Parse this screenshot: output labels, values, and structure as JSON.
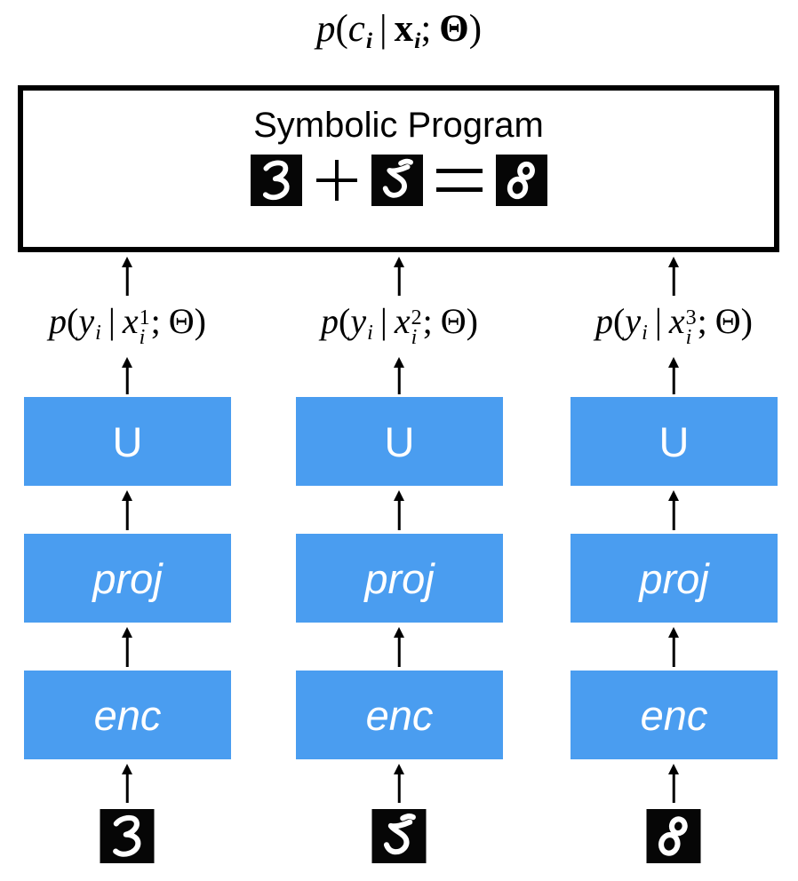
{
  "colors": {
    "box_blue": "#4A9DF0",
    "box_text": "#FFFFFF",
    "line_black": "#000000",
    "digit_background": "#060606",
    "digit_stroke": "#FFFFFF"
  },
  "top_formula": {
    "p": "p",
    "open": "(",
    "c": "c",
    "c_sub": "i",
    "bar": "|",
    "x": "x",
    "x_sub": "i",
    "semi": ";",
    "theta": "Θ",
    "close": ")"
  },
  "symbolic_box": {
    "title": "Symbolic Program",
    "operands": [
      "3",
      "5",
      "8"
    ],
    "plus": "+",
    "equals": "="
  },
  "columns": [
    {
      "formula": {
        "p": "p",
        "open": "(",
        "y": "y",
        "y_sub": "i",
        "bar": "|",
        "x": "x",
        "x_sup": "1",
        "x_sub": "i",
        "semi": ";",
        "theta": "Θ",
        "close": ")"
      },
      "u_label": "U",
      "proj_label": "proj",
      "enc_label": "enc",
      "digit": "3"
    },
    {
      "formula": {
        "p": "p",
        "open": "(",
        "y": "y",
        "y_sub": "i",
        "bar": "|",
        "x": "x",
        "x_sup": "2",
        "x_sub": "i",
        "semi": ";",
        "theta": "Θ",
        "close": ")"
      },
      "u_label": "U",
      "proj_label": "proj",
      "enc_label": "enc",
      "digit": "5"
    },
    {
      "formula": {
        "p": "p",
        "open": "(",
        "y": "y",
        "y_sub": "i",
        "bar": "|",
        "x": "x",
        "x_sup": "3",
        "x_sub": "i",
        "semi": ";",
        "theta": "Θ",
        "close": ")"
      },
      "u_label": "U",
      "proj_label": "proj",
      "enc_label": "enc",
      "digit": "8"
    }
  ]
}
